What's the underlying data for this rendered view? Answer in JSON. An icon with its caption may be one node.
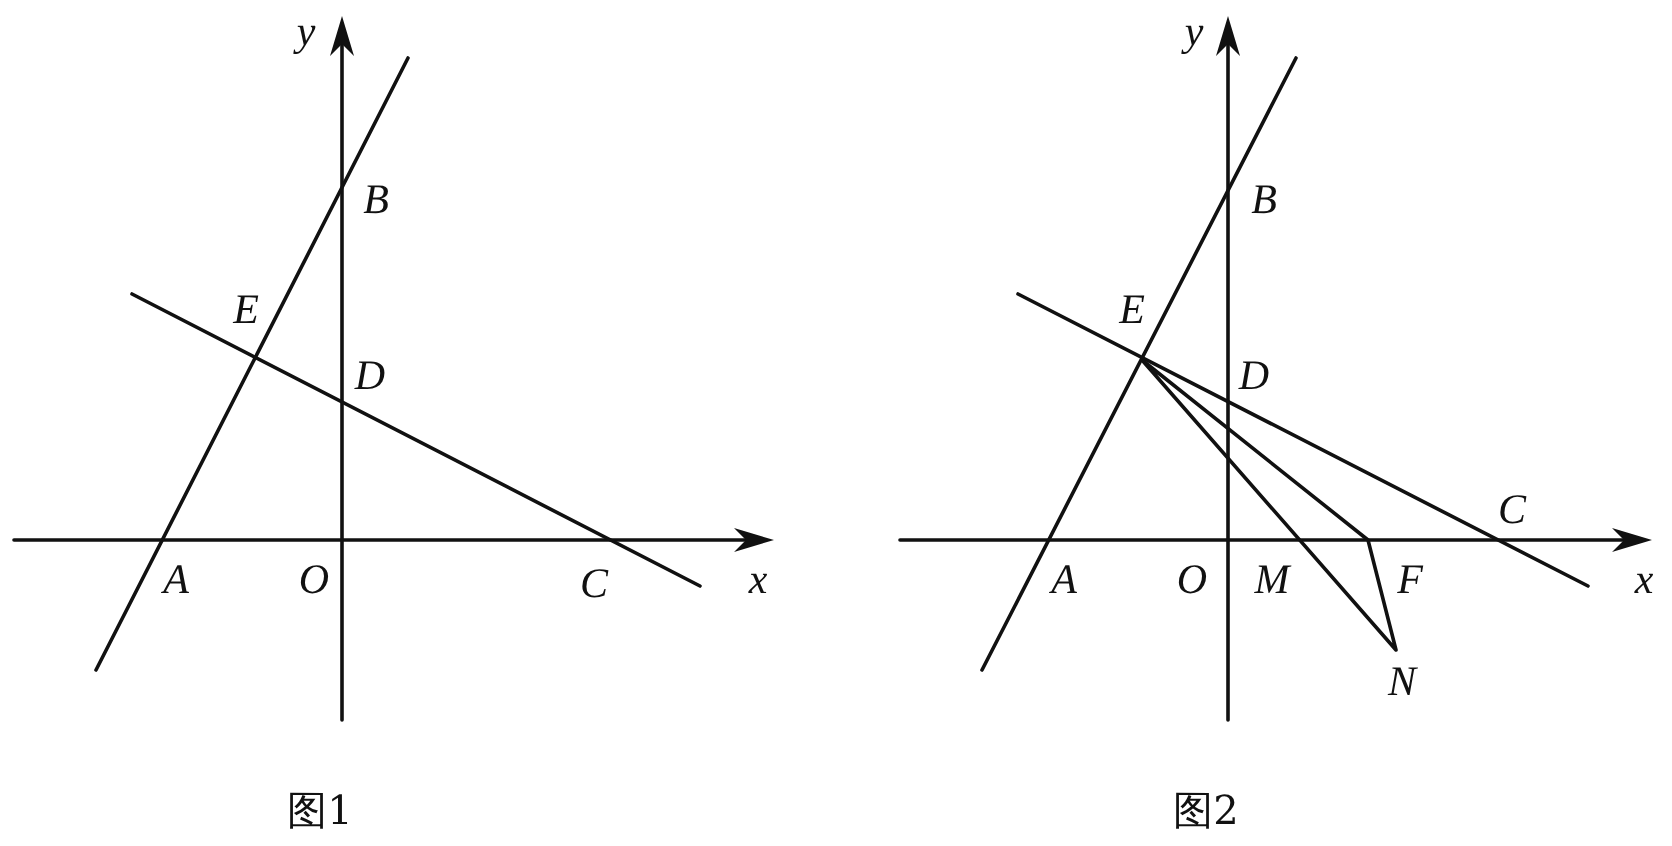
{
  "diagram": {
    "labels": [
      "y",
      "B",
      "E",
      "D",
      "A",
      "O",
      "C",
      "x",
      "图1",
      "y",
      "B",
      "E",
      "D",
      "C",
      "A",
      "O",
      "M",
      "F",
      "x",
      "N",
      "图2"
    ]
  }
}
